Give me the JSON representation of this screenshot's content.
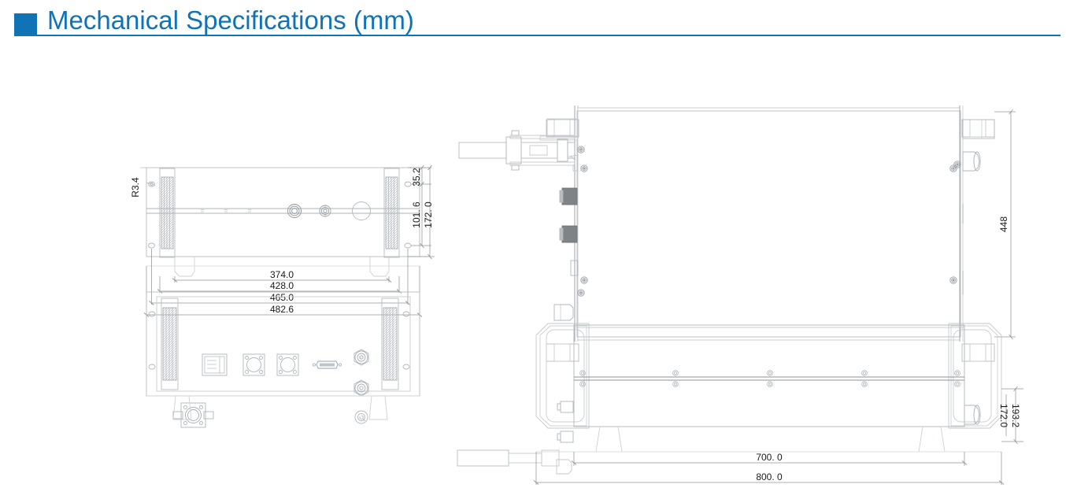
{
  "header": {
    "title": "Mechanical Specifications (mm)",
    "accent_color": "#1073b5",
    "bullet_icon": "square-bullet-icon"
  },
  "drawing": {
    "line_color": "#9aa0a6",
    "dim_text_color": "#1a1a1a",
    "views": [
      {
        "id": "top-view-rear",
        "position": "top-left",
        "description": "Rear panel / top view of 1U rack chassis with rack ears"
      },
      {
        "id": "front-panel-view",
        "position": "bottom-left",
        "description": "Front panel view with connectors, handles and rack ears"
      },
      {
        "id": "top-view-assembly",
        "position": "top-right",
        "description": "Top view of full assembly with side mounted hardware"
      },
      {
        "id": "side-view-assembly",
        "position": "bottom-right",
        "description": "Side elevation of full assembly"
      }
    ],
    "dimensions": {
      "top_left": {
        "radius_note": "R3.4",
        "horizontal": [
          "374.0",
          "428.0",
          "465.0",
          "482.6"
        ],
        "vertical": [
          "35.2",
          "101. 6",
          "172. 0"
        ]
      },
      "right": {
        "vertical_top": "448",
        "vertical_bottom": [
          "193.2",
          "172.0"
        ],
        "horizontal": [
          "700. 0",
          "800. 0"
        ]
      }
    }
  }
}
